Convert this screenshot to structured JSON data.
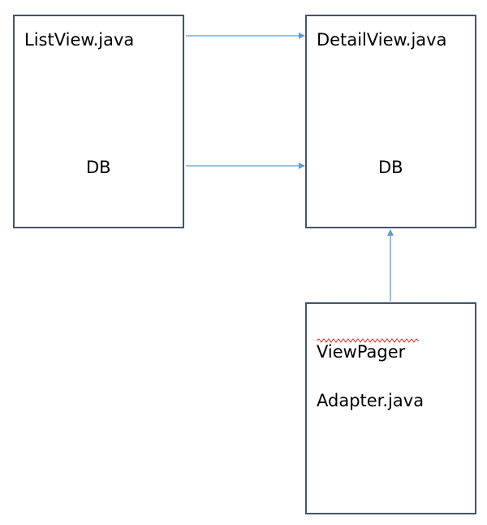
{
  "nodes": {
    "listview": {
      "title": "ListView.java",
      "db": "DB"
    },
    "detailview": {
      "title": "DetailView.java",
      "db": "DB"
    },
    "viewpager": {
      "title_line1": "ViewPager",
      "title_line2": "Adapter.java"
    }
  },
  "colors": {
    "box_border": "#44546a",
    "arrow": "#5b9bd5",
    "spellcheck": "#e03030"
  }
}
